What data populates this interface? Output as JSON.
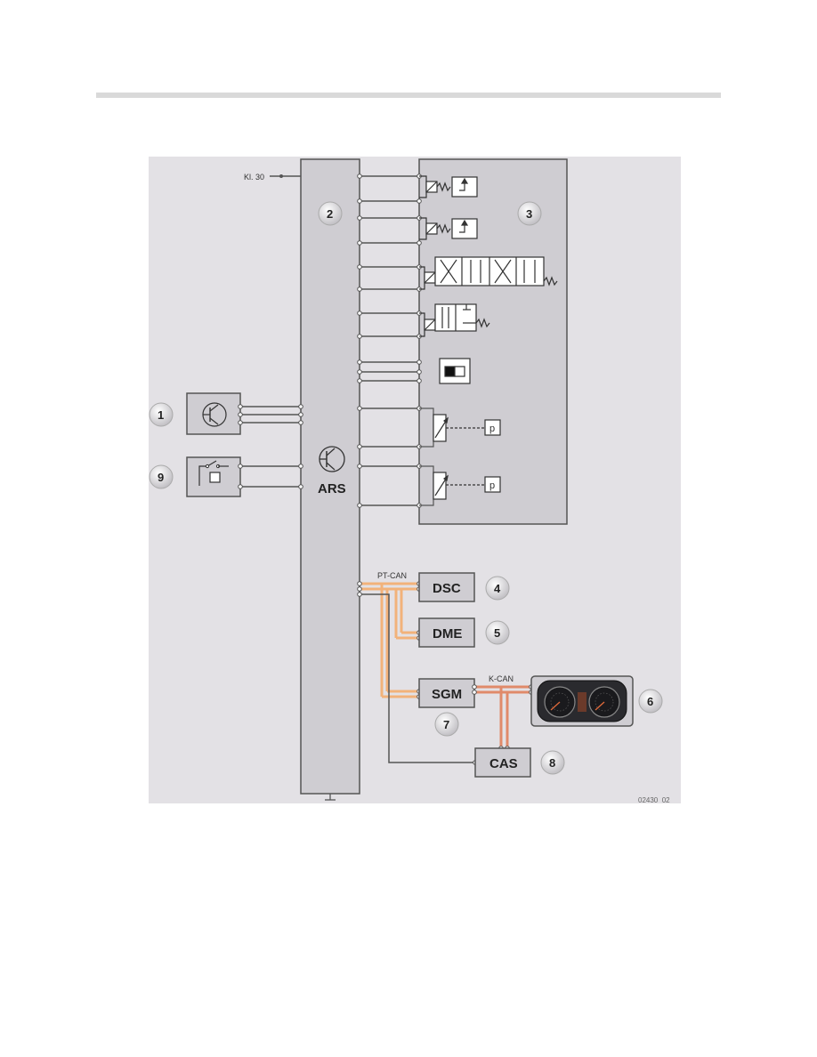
{
  "diagram": {
    "terminal_label": "Kl. 30",
    "modules": {
      "ars": "ARS",
      "dsc": "DSC",
      "dme": "DME",
      "sgm": "SGM",
      "cas": "CAS"
    },
    "bus": {
      "pt_can": "PT-CAN",
      "k_can": "K-CAN"
    },
    "pressure_symbol": "p",
    "badges": [
      "1",
      "2",
      "3",
      "4",
      "5",
      "6",
      "7",
      "8",
      "9"
    ],
    "figure_id": "02430_02",
    "colors": {
      "background": "#e3e1e5",
      "box_fill": "#cfcdd2",
      "line": "#555555",
      "can_orange": "#f2b27a",
      "can_red": "#e08a6a"
    }
  }
}
